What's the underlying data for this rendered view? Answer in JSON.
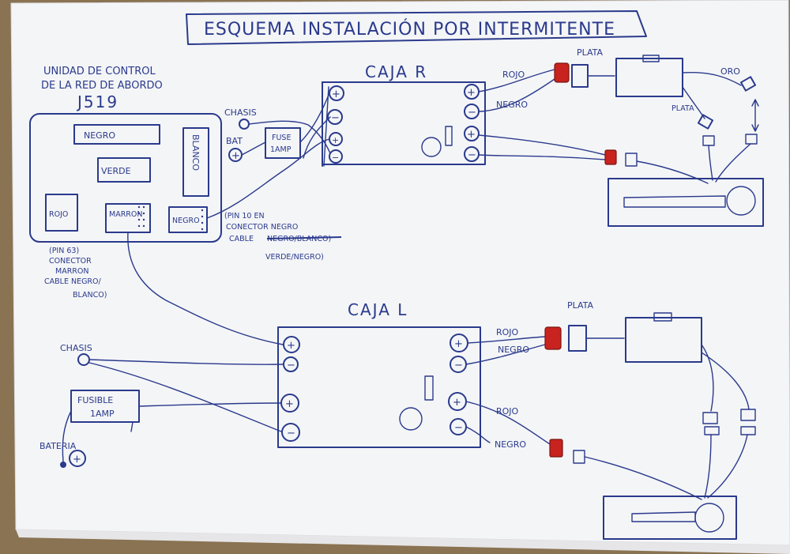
{
  "title": "ESQUEMA INSTALACIÓN POR INTERMITENTE",
  "control_unit": {
    "heading": [
      "UNIDAD DE CONTROL",
      "DE LA RED DE ABORDO",
      "J519"
    ],
    "blocks": {
      "negro": "NEGRO",
      "verde": "VERDE",
      "blanco": "BLANCO",
      "rojo": "ROJO",
      "marron": "MARRON",
      "negro2": "NEGRO"
    },
    "note_left": [
      "(PIN 63)",
      "CONECTOR",
      "MARRON",
      "CABLE NEGRO/",
      "BLANCO)"
    ],
    "note_right": [
      "(PIN 10 EN",
      "CONECTOR NEGRO",
      "CABLE",
      "NEGRO/BLANCO)",
      "VERDE/NEGRO)"
    ]
  },
  "box_r": {
    "label": "CAJA R",
    "inputs": [
      "CHASIS",
      "BAT"
    ],
    "fuse": [
      "FUSE",
      "1AMP"
    ],
    "terminals_left": [
      "+",
      "−",
      "+",
      "−"
    ],
    "terminals_right": [
      "+",
      "−",
      "+",
      "−"
    ],
    "wire_labels": [
      "ROJO",
      "NEGRO"
    ],
    "out_labels": [
      "PLATA",
      "ORO",
      "PLATA"
    ]
  },
  "box_l": {
    "label": "CAJA L",
    "inputs": [
      "CHASIS",
      "BATERIA"
    ],
    "fuse": [
      "FUSIBLE",
      "1AMP"
    ],
    "terminals_left": [
      "+",
      "−",
      "+",
      "−"
    ],
    "terminals_right": [
      "+",
      "−",
      "+",
      "−"
    ],
    "wire_labels": [
      "ROJO",
      "NEGRO",
      "ROJO",
      "NEGRO"
    ],
    "out_labels": [
      "PLATA"
    ]
  }
}
